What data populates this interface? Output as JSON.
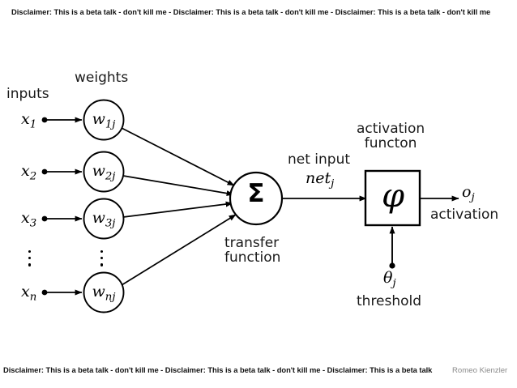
{
  "slide": {
    "disclaimer_top": "Disclaimer: This is a beta talk - don't kill me - Disclaimer: This is a beta talk - don't kill me - Disclaimer: This is a beta talk - don't kill me",
    "disclaimer_bottom": "Disclaimer: This is a beta talk - don't kill me - Disclaimer: This is a beta talk - don't kill me - Disclaimer: This is a beta talk",
    "author": "Romeo Kienzler",
    "background_color": "#ffffff",
    "ink_color": "#000000",
    "author_color": "#8a8a8a"
  },
  "diagram": {
    "title_labels": {
      "inputs": "inputs",
      "weights": "weights",
      "transfer_function_line1": "transfer",
      "transfer_function_line2": "function",
      "net_input": "net input",
      "activation_function_line1": "activation",
      "activation_function_line2": "functon",
      "activation_output": "activation",
      "threshold": "threshold"
    },
    "inputs": [
      {
        "label": "x",
        "sub": "1"
      },
      {
        "label": "x",
        "sub": "2"
      },
      {
        "label": "x",
        "sub": "3"
      },
      {
        "label": "x",
        "sub": "n"
      }
    ],
    "weights": [
      {
        "label": "w",
        "sub": "1j"
      },
      {
        "label": "w",
        "sub": "2j"
      },
      {
        "label": "w",
        "sub": "3j"
      },
      {
        "label": "w",
        "sub": "nj"
      }
    ],
    "ellipsis": "⋮",
    "summation_symbol": "Σ",
    "activation_symbol": "φ",
    "net_input_symbol": {
      "label": "net",
      "sub": "j"
    },
    "output_symbol": {
      "label": "o",
      "sub": "j"
    },
    "threshold_symbol": {
      "label": "θ",
      "sub": "j"
    }
  }
}
